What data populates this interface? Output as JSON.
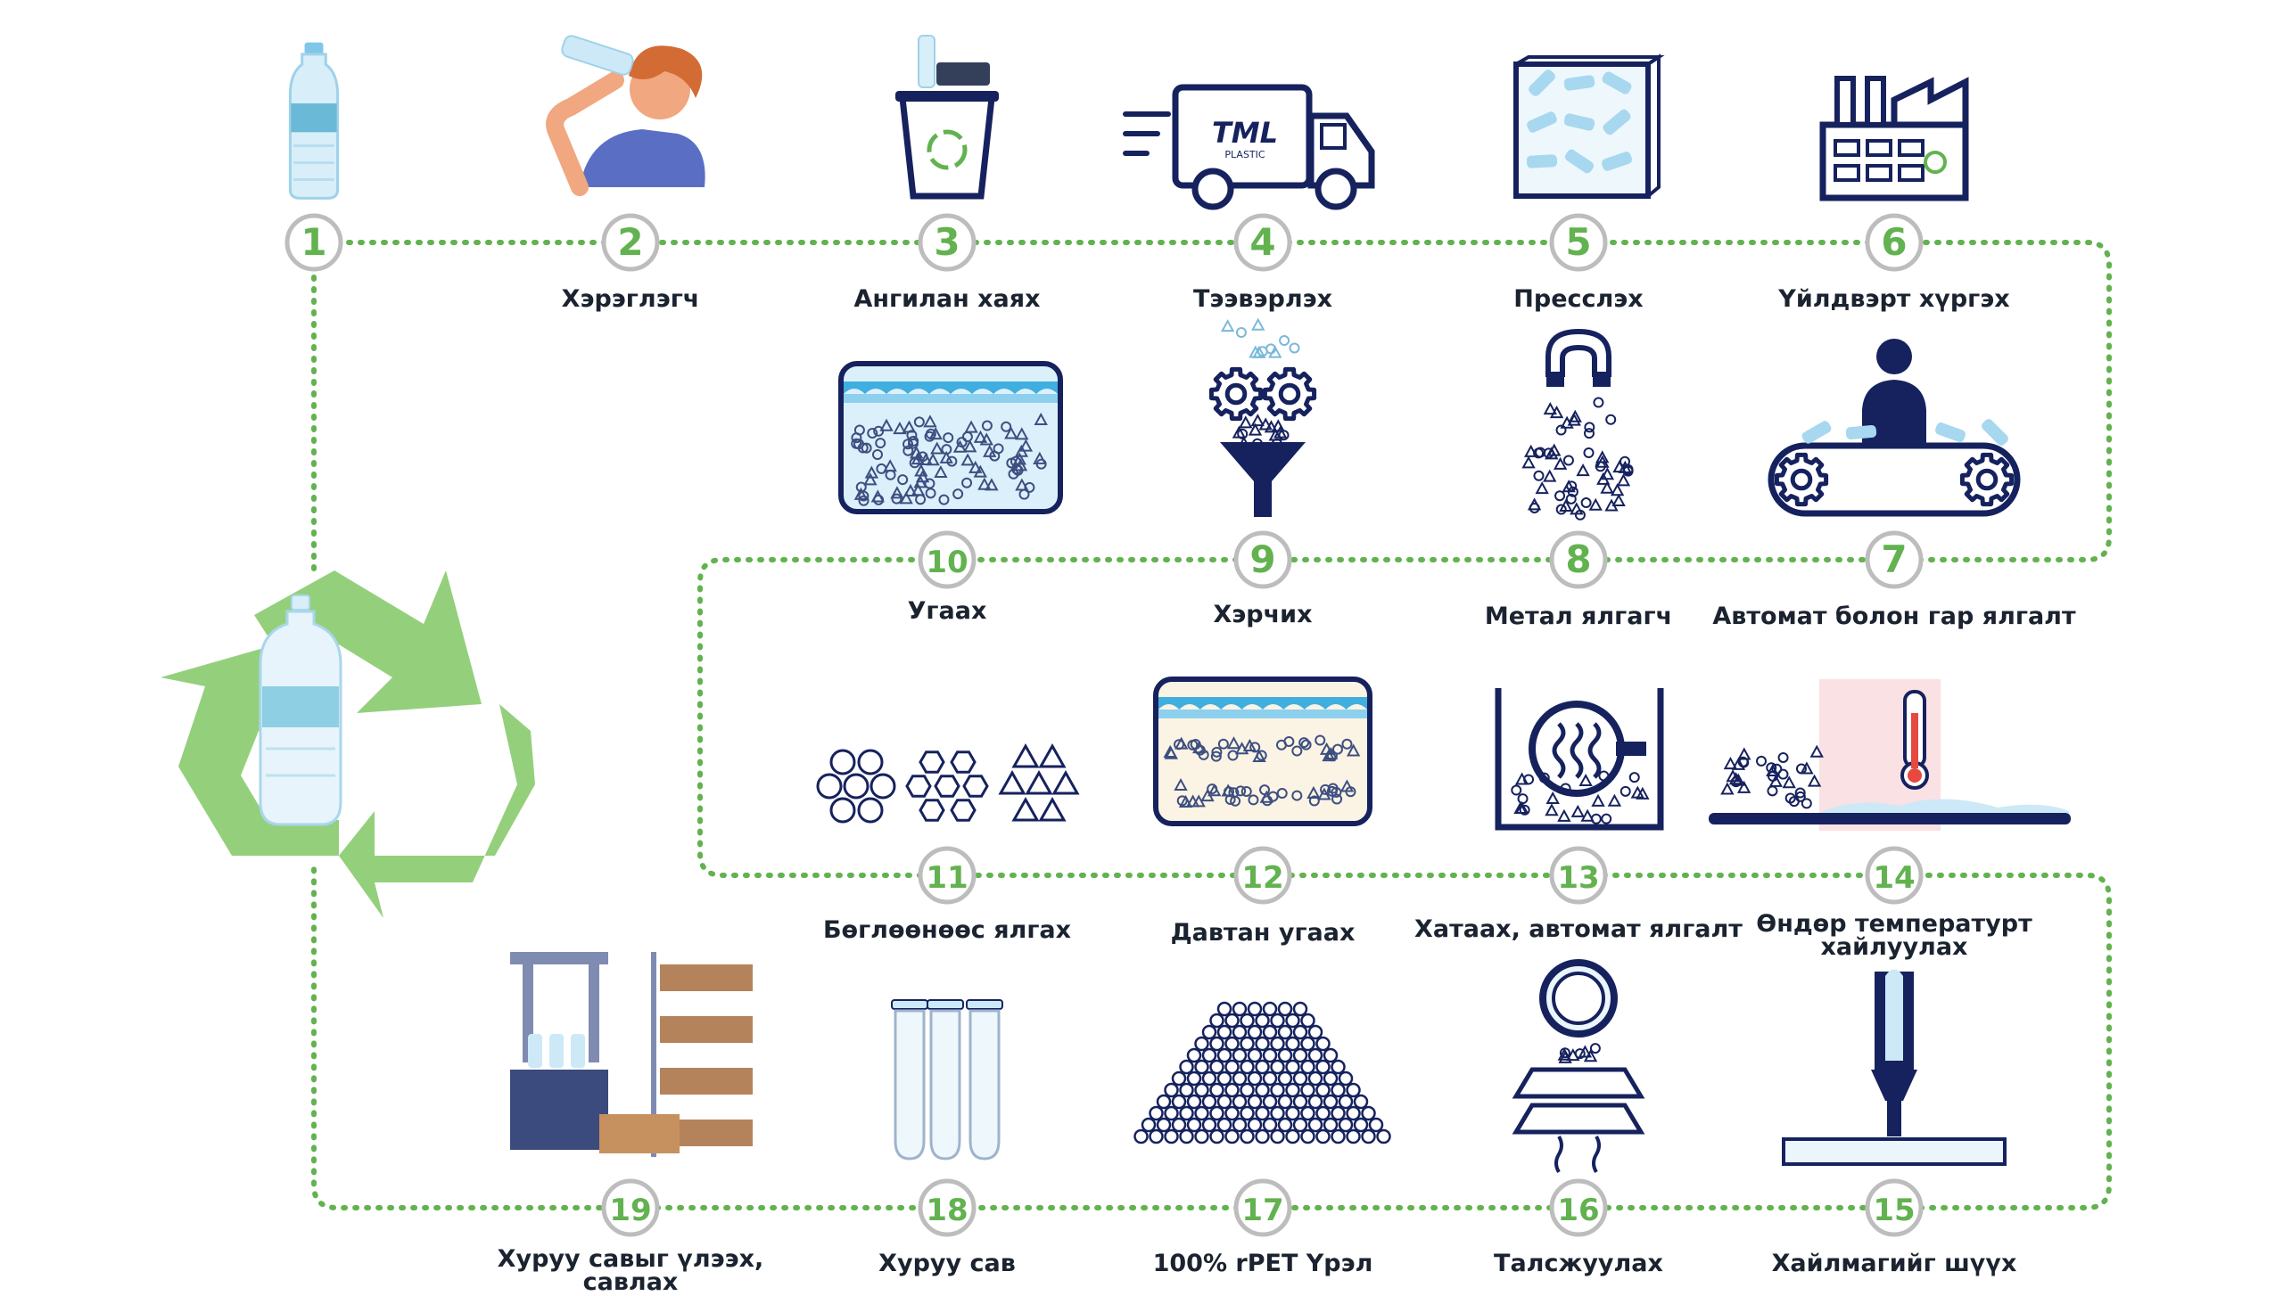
{
  "colors": {
    "navy": "#16225e",
    "green": "#62b24f",
    "light_green": "#94d07c",
    "circle_ring": "#bdbdbd",
    "water": "#40aede",
    "pale_blue": "#dcf0fb"
  },
  "steps": [
    {
      "num": "1",
      "label": "",
      "icon": "plastic-bottle-icon"
    },
    {
      "num": "2",
      "label": "Хэрэглэгч",
      "icon": "consumer-drinking-icon"
    },
    {
      "num": "3",
      "label": "Ангилан хаях",
      "icon": "recycle-bin-icon"
    },
    {
      "num": "4",
      "label": "Тээвэрлэх",
      "icon": "delivery-truck-icon"
    },
    {
      "num": "5",
      "label": "Пресслэх",
      "icon": "pressed-bale-icon"
    },
    {
      "num": "6",
      "label": "Үйлдвэрт хүргэх",
      "icon": "factory-icon"
    },
    {
      "num": "7",
      "label": "Автомат болон гар ялгалт",
      "icon": "sorting-conveyor-icon"
    },
    {
      "num": "8",
      "label": "Метал ялгагч",
      "icon": "magnet-separator-icon"
    },
    {
      "num": "9",
      "label": "Хэрчих",
      "icon": "shredder-funnel-icon"
    },
    {
      "num": "10",
      "label": "Угаах",
      "icon": "washing-tank-icon"
    },
    {
      "num": "11",
      "label": "Бөглөөнөөс ялгах",
      "icon": "flake-shapes-icon"
    },
    {
      "num": "12",
      "label": "Давтан угаах",
      "icon": "rewash-tank-icon"
    },
    {
      "num": "13",
      "label": "Хатаах, автомат ялгалт",
      "icon": "dryer-icon"
    },
    {
      "num": "14",
      "label": "Өндөр температурт хайлуулах",
      "icon": "melting-heater-icon"
    },
    {
      "num": "15",
      "label": "Хайлмагийг шүүх",
      "icon": "melt-filter-icon"
    },
    {
      "num": "16",
      "label": "Талсжуулах",
      "icon": "crystallizer-icon"
    },
    {
      "num": "17",
      "label": "100% rPET Үрэл",
      "icon": "pellet-pile-icon"
    },
    {
      "num": "18",
      "label": "Хуруу сав",
      "icon": "preform-tubes-icon"
    },
    {
      "num": "19",
      "label": "Хуруу савыг үлээх, савлах",
      "icon": "bottling-line-icon"
    }
  ],
  "truck_brand": "TML",
  "truck_brand_sub": "PLASTIC",
  "center_icon": "recycle-bottle-icon"
}
